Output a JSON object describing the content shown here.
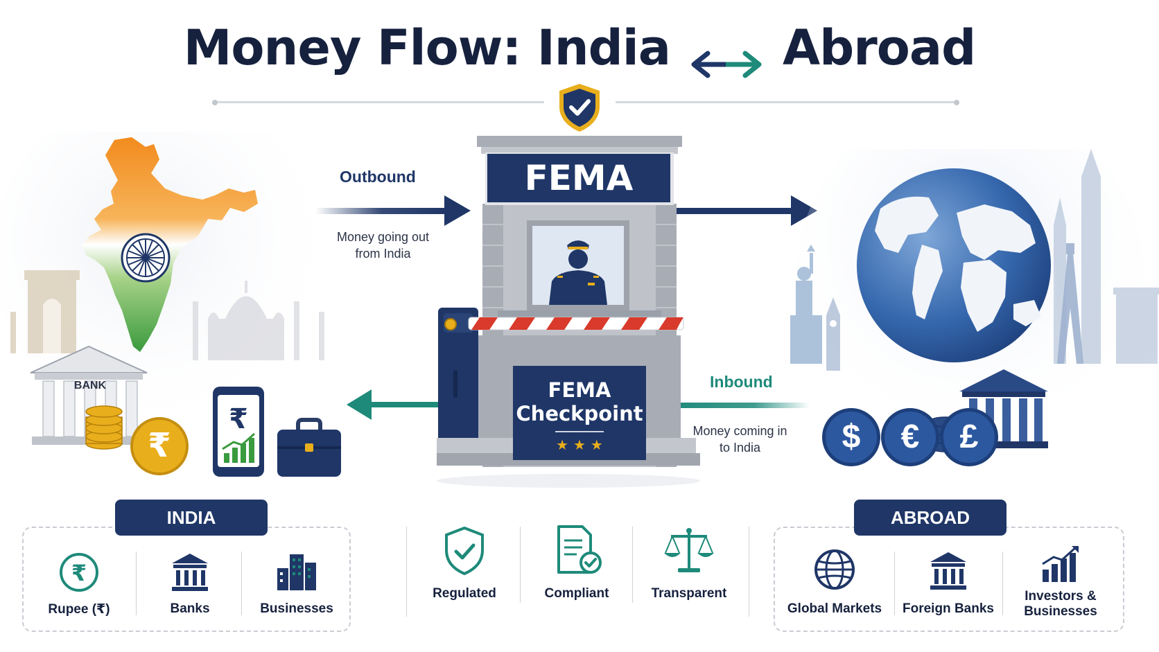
{
  "header": {
    "title_left": "Money Flow: India",
    "title_right": "Abroad"
  },
  "checkpoint": {
    "sign": "FEMA",
    "panel_line1": "FEMA",
    "panel_line2": "Checkpoint",
    "stars": "★ ★ ★"
  },
  "outbound": {
    "label": "Outbound",
    "desc_line1": "Money going out",
    "desc_line2": "from India"
  },
  "inbound": {
    "label": "Inbound",
    "desc_line1": "Money coming in",
    "desc_line2": "to India"
  },
  "india_scene": {
    "bank_sign": "BANK",
    "rupee_symbol": "₹"
  },
  "abroad_scene": {
    "currencies": [
      "$",
      "€",
      "£"
    ]
  },
  "india_panel": {
    "title": "INDIA",
    "items": [
      {
        "label": "Rupee (₹)",
        "icon": "rupee-coin-icon"
      },
      {
        "label": "Banks",
        "icon": "bank-icon"
      },
      {
        "label": "Businesses",
        "icon": "buildings-icon"
      }
    ]
  },
  "center_panel": {
    "items": [
      {
        "label": "Regulated",
        "icon": "shield-check-icon"
      },
      {
        "label": "Compliant",
        "icon": "document-check-icon"
      },
      {
        "label": "Transparent",
        "icon": "scales-icon"
      }
    ]
  },
  "abroad_panel": {
    "title": "ABROAD",
    "items": [
      {
        "label": "Global Markets",
        "icon": "globe-icon"
      },
      {
        "label": "Foreign Banks",
        "icon": "bank-icon"
      },
      {
        "label_line1": "Investors &",
        "label_line2": "Businesses",
        "icon": "growth-chart-icon"
      }
    ]
  },
  "colors": {
    "navy": "#1f3667",
    "teal": "#1e8a7a",
    "saffron": "#f28b1e",
    "green": "#3a9a3e",
    "gold": "#e9ae1c"
  }
}
